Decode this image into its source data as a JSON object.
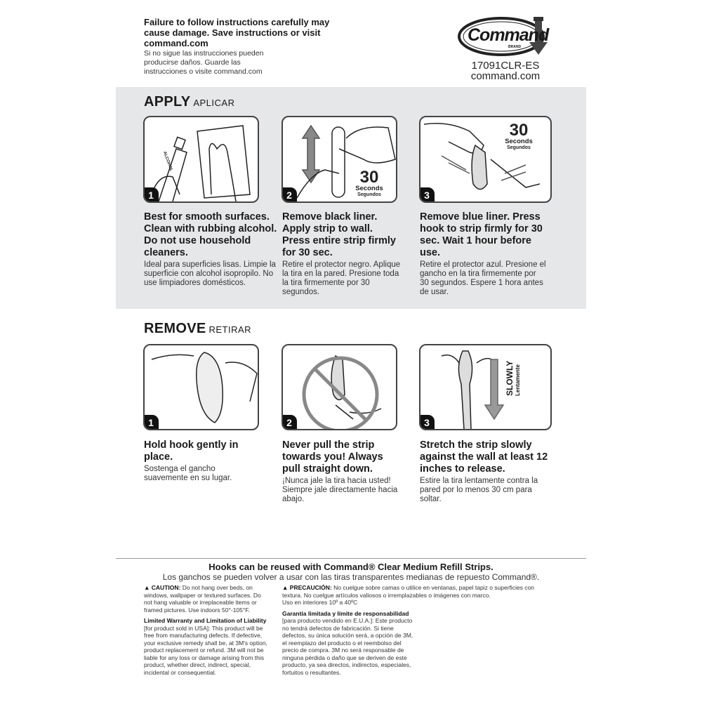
{
  "header": {
    "warning_en": "Failure to follow instructions carefully may cause damage. Save instructions or visit command.com",
    "warning_es": "Si no sigue las instrucciones pueden producirse daños. Guarde las instrucciones o visite command.com",
    "logo_text": "Command",
    "logo_brand": "BRAND",
    "product_code": "17091CLR-ES",
    "website": "command.com"
  },
  "apply": {
    "title": "APPLY",
    "title_es": "APLICAR",
    "steps": [
      {
        "num": "1",
        "en": "Best for smooth surfaces. Clean with rubbing alcohol. Do not use household cleaners.",
        "es": "Ideal para superficies lisas. Limpie la superficie con alcohol isopropilo. No use limpiadores domésticos.",
        "bottle_label": "ALCOHOL"
      },
      {
        "num": "2",
        "en": "Remove black liner. Apply strip to wall. Press entire strip firmly for 30 sec.",
        "es": "Retire el protector negro. Aplique la tira en la pared. Presione toda la tira firmemente por 30 segundos.",
        "timer": "30",
        "timer_unit": "Seconds",
        "timer_unit_es": "Segundos"
      },
      {
        "num": "3",
        "en": "Remove blue liner. Press hook to strip firmly for 30 sec. Wait 1 hour before use.",
        "es": "Retire el protector azul. Presione el gancho en la tira firmemente por 30 segundos. Espere 1 hora antes de usar.",
        "timer": "30",
        "timer_unit": "Seconds",
        "timer_unit_es": "Segundos"
      }
    ]
  },
  "remove": {
    "title": "REMOVE",
    "title_es": "RETIRAR",
    "steps": [
      {
        "num": "1",
        "en": "Hold hook gently in place.",
        "es": "Sostenga el gancho suavemente en su lugar."
      },
      {
        "num": "2",
        "en": "Never pull the strip towards you! Always pull straight down.",
        "es": "¡Nunca jale la tira hacia usted! Siempre jale directamente hacia abajo."
      },
      {
        "num": "3",
        "en": "Stretch the strip slowly against the wall at least 12 inches to release.",
        "es": "Estire la tira lentamente contra la pared por lo menos 30 cm para soltar.",
        "arrow_label": "SLOWLY",
        "arrow_label_es": "Lentamente"
      }
    ]
  },
  "footer": {
    "reuse_en": "Hooks can be reused with Command® Clear Medium  Refill Strips.",
    "reuse_es": "Los ganchos se pueden volver a usar con las tiras transparentes medianas de repuesto Command®.",
    "caution_label": "CAUTION:",
    "caution_text": "Do not hang over beds, on windows, wallpaper or textured surfaces. Do not hang valuable or irreplaceable items or framed pictures. Use indoors 50°-105°F.",
    "warranty_label": "Limited Warranty and Limitation of Liability",
    "warranty_text": "[for product sold in USA]: This product will be free from manufacturing defects. If defective, your exclusive remedy shall be, at 3M's option, product replacement or refund. 3M will not be liable for any loss or damage arising from this product, whether direct, indirect, special, incidental or consequential.",
    "precaucion_label": "PRECAUCIÓN:",
    "precaucion_text": "No cuelgue sobre camas o utilice en ventanas, papel tapiz o superficies con textura. No cuelgue artículos valiosos o irremplazables o imágenes con marco.",
    "precaucion_temp": "Uso en interiores 10º a 40ºC",
    "garantia_label": "Garantía limitada y límite de responsabilidad",
    "garantia_text": "[para producto vendido en E.U.A.]: Este producto no tendrá defectos de fabricación. Si tiene defectos, su única solución será, a opción de 3M, el reemplazo del producto o el reembolso del precio de compra. 3M no será responsable de ninguna pérdida o daño que se deriven de este producto, ya sea directos, indirectos, especiales, fortuitos o resultantes."
  }
}
